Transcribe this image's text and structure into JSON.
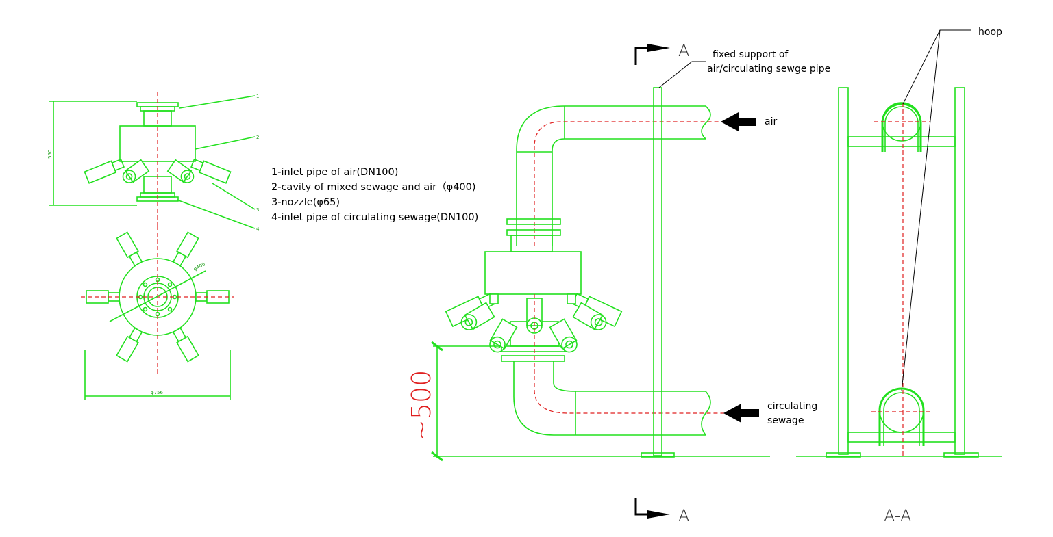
{
  "legend": {
    "item1": "1-inlet pipe of air(DN100)",
    "item2": "2-cavity of mixed sewage and air（φ400)",
    "item3": "3-nozzle(φ65)",
    "item4": "4-inlet pipe of circulating sewage(DN100)"
  },
  "callout_numbers": {
    "n1": "1",
    "n2": "2",
    "n3": "3",
    "n4": "4"
  },
  "dimensions": {
    "height_small": "550",
    "diameter_cavity": "φ400",
    "diameter_overall": "φ756",
    "elevation": "~500"
  },
  "annotations": {
    "support_line1": "fixed support of",
    "support_line2": "air/circulating sewge pipe",
    "air": "air",
    "sewage_line1": "circulating",
    "sewage_line2": "sewage",
    "hoop": "hoop"
  },
  "section_marks": {
    "top": "A",
    "bottom": "A",
    "section_title": "A-A"
  },
  "colors": {
    "drawing": "#22e01e",
    "centerline": "#e02020",
    "text": "#000000"
  }
}
